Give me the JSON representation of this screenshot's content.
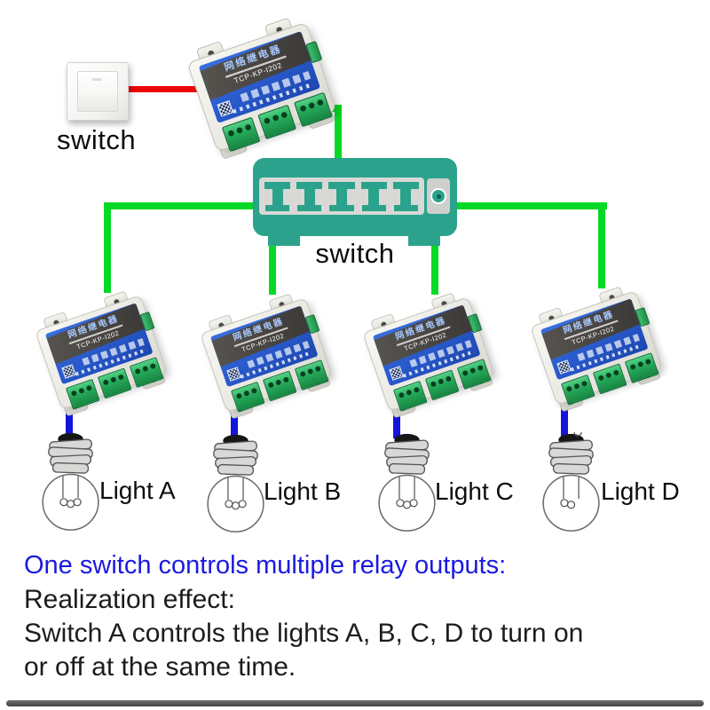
{
  "wall_switch": {
    "label": "switch"
  },
  "network_switch": {
    "label": "switch",
    "port_count": 5
  },
  "relay": {
    "title_cn": "网络继电器",
    "model": "TCP-KP-I202"
  },
  "lights": [
    {
      "label": "Light A"
    },
    {
      "label": "Light B"
    },
    {
      "label": "Light C"
    },
    {
      "label": "Light D"
    }
  ],
  "caption": {
    "headline": "One switch controls multiple relay outputs:",
    "line1": "Realization effect:",
    "line2": "Switch A controls the lights A, B, C, D to turn on",
    "line3": "or off at the same time."
  },
  "colors": {
    "wire_red": "#ee0606",
    "wire_green": "#04da25",
    "wire_blue": "#1414dd",
    "switch_teal": "#2ba28c",
    "headline_blue": "#1a1ae0"
  }
}
